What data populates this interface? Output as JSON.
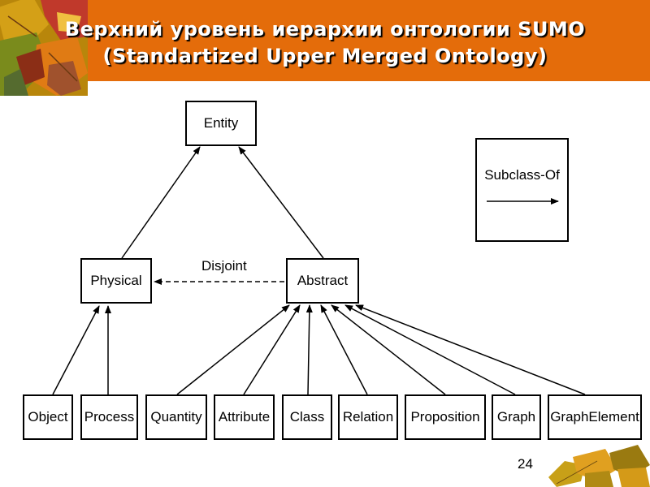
{
  "title": {
    "line1": "Верхний уровень иерархии онтологии SUMO",
    "line2": "(Standartized Upper Merged Ontology)"
  },
  "colors": {
    "header_bg": "#e46c0a",
    "title_text": "#ffffff",
    "box_border": "#000000"
  },
  "nodes": {
    "entity": "Entity",
    "physical": "Physical",
    "abstract": "Abstract",
    "object": "Object",
    "process": "Process",
    "quantity": "Quantity",
    "attribute": "Attribute",
    "class": "Class",
    "relation": "Relation",
    "proposition": "Proposition",
    "graph": "Graph",
    "graph_element": "GraphElement"
  },
  "edges": {
    "disjoint_label": "Disjoint"
  },
  "legend": {
    "label": "Subclass-Of"
  },
  "footer": {
    "page_number": "24"
  }
}
